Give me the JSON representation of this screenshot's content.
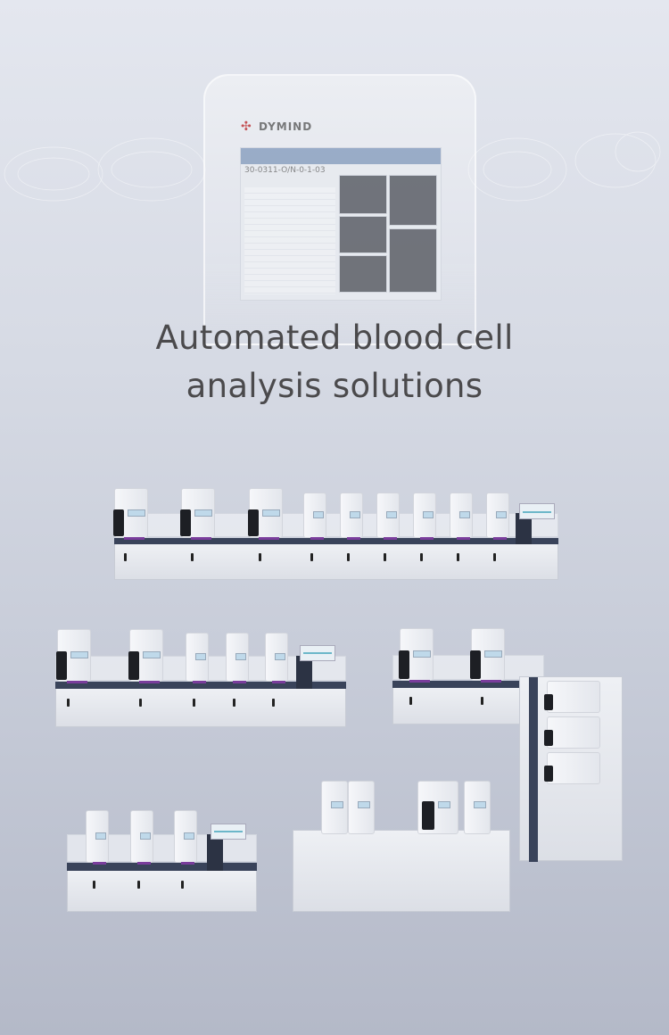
{
  "brand": {
    "logo_text": "DYMIND",
    "accent_color": "#c0393b"
  },
  "tablet_screen": {
    "sample_id": "30-0311-O/N-0-1-03"
  },
  "headline": {
    "line1": "Automated blood cell",
    "line2": "analysis solutions"
  },
  "colors": {
    "title": "#4b4a4c",
    "rail": "#39435a",
    "background_top": "#e4e7ef",
    "background_bottom": "#b4b9c8"
  }
}
